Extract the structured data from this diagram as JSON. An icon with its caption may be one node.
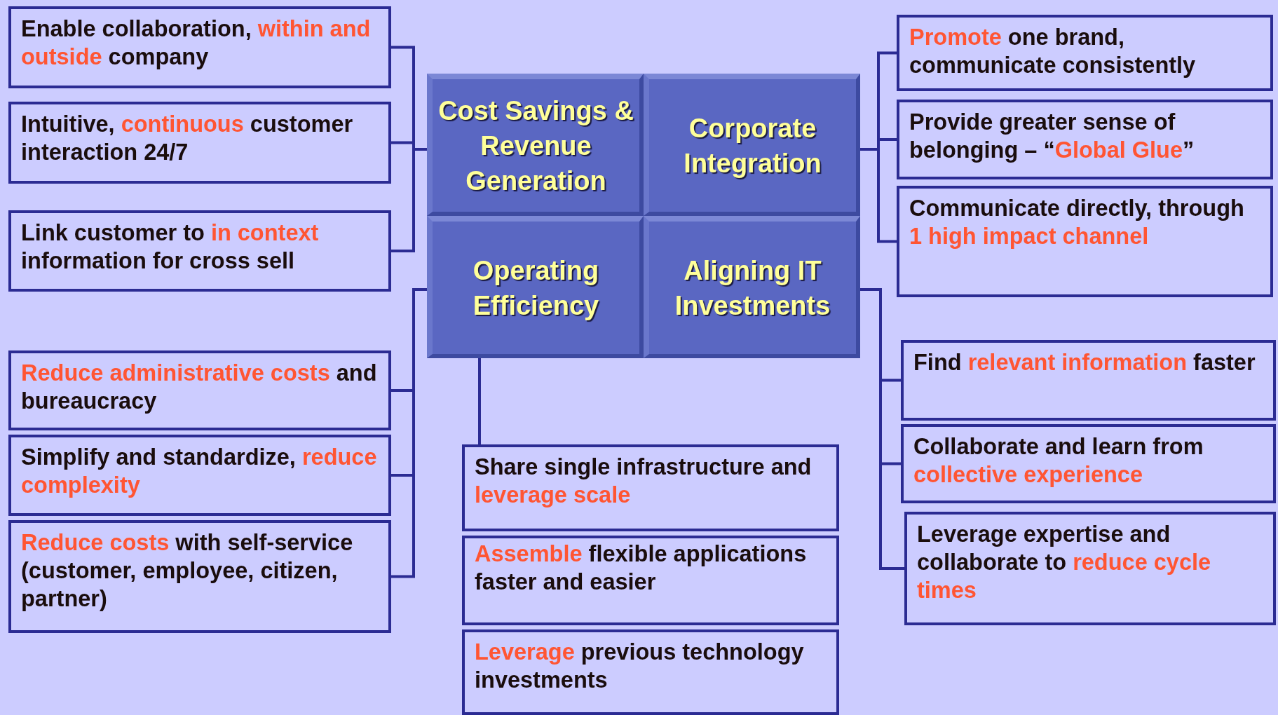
{
  "diagram": {
    "nodes": [
      {
        "text": [
          "Cost Savings & Revenue Generation"
        ]
      },
      {
        "text": [
          "Corporate Integration"
        ]
      },
      {
        "text": [
          "Operating Efficiency"
        ]
      },
      {
        "text": [
          "Aligning IT Investments"
        ]
      },
      {
        "text": [
          "Enable collaboration, **within and outside** company"
        ]
      },
      {
        "text": [
          "Intuitive, **continuous** customer interaction 24/7"
        ]
      },
      {
        "text": [
          "Link customer to **in context** information for cross sell"
        ]
      },
      {
        "text": [
          "**Reduce administrative costs** and bureaucracy"
        ]
      },
      {
        "text": [
          "Simplify and standardize, **reduce complexity**"
        ]
      },
      {
        "text": [
          "**Reduce costs** with self-service (customer, employee, citizen, partner)"
        ]
      },
      {
        "text": [
          "**Promote** one brand, communicate consistently"
        ]
      },
      {
        "text": [
          "Provide greater sense of belonging – “**Global Glue**”"
        ]
      },
      {
        "text": [
          "Communicate directly, through **1 high impact channel**"
        ]
      },
      {
        "text": [
          "Find **relevant information** faster"
        ]
      },
      {
        "text": [
          "Collaborate and learn from **collective experience**"
        ]
      },
      {
        "text": [
          "Leverage expertise and collaborate to **reduce cycle times**"
        ]
      },
      {
        "text": [
          "Share single infrastructure and **leverage scale**"
        ]
      },
      {
        "text": [
          "**Assemble** flexible applications faster and easier"
        ]
      },
      {
        "text": [
          "**Leverage** previous technology investments"
        ]
      }
    ],
    "edges": [
      {
        "from": 0,
        "to": 4,
        "arrow": "none"
      },
      {
        "from": 0,
        "to": 5,
        "arrow": "none"
      },
      {
        "from": 0,
        "to": 6,
        "arrow": "none"
      },
      {
        "from": 2,
        "to": 7,
        "arrow": "none"
      },
      {
        "from": 2,
        "to": 8,
        "arrow": "none"
      },
      {
        "from": 2,
        "to": 9,
        "arrow": "none"
      },
      {
        "from": 1,
        "to": 10,
        "arrow": "none"
      },
      {
        "from": 1,
        "to": 11,
        "arrow": "none"
      },
      {
        "from": 1,
        "to": 12,
        "arrow": "none"
      },
      {
        "from": 3,
        "to": 13,
        "arrow": "none"
      },
      {
        "from": 3,
        "to": 14,
        "arrow": "none"
      },
      {
        "from": 3,
        "to": 15,
        "arrow": "none"
      },
      {
        "from": 2,
        "to": 16,
        "arrow": "none"
      }
    ]
  }
}
